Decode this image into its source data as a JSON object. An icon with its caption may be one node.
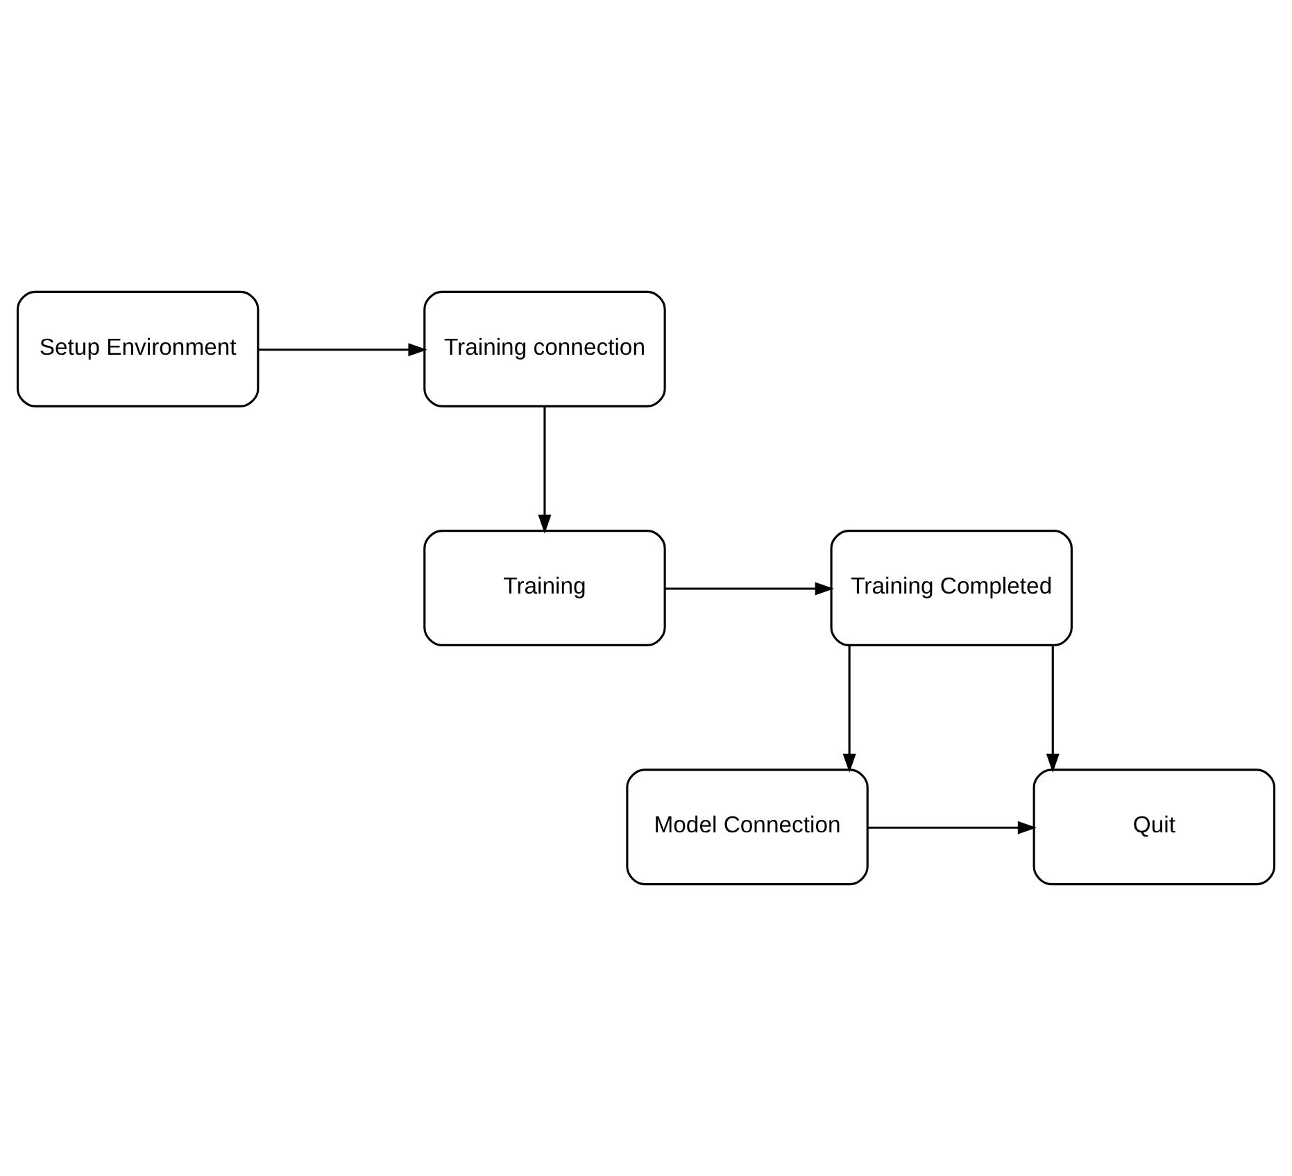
{
  "diagram": {
    "nodes": [
      {
        "text": [
          "Setup Environment"
        ]
      },
      {
        "text": [
          "Training connection"
        ]
      },
      {
        "text": [
          "Training"
        ]
      },
      {
        "text": [
          "Training Completed"
        ]
      },
      {
        "text": [
          "Model Connection"
        ]
      },
      {
        "text": [
          "Quit"
        ]
      }
    ],
    "edges": [
      {
        "from": 0,
        "to": 1,
        "arrow": "to"
      },
      {
        "from": 1,
        "to": 2,
        "arrow": "to"
      },
      {
        "from": 2,
        "to": 3,
        "arrow": "to"
      },
      {
        "from": 3,
        "to": 4,
        "arrow": "to"
      },
      {
        "from": 3,
        "to": 5,
        "arrow": "to"
      },
      {
        "from": 4,
        "to": 5,
        "arrow": "to"
      }
    ]
  }
}
